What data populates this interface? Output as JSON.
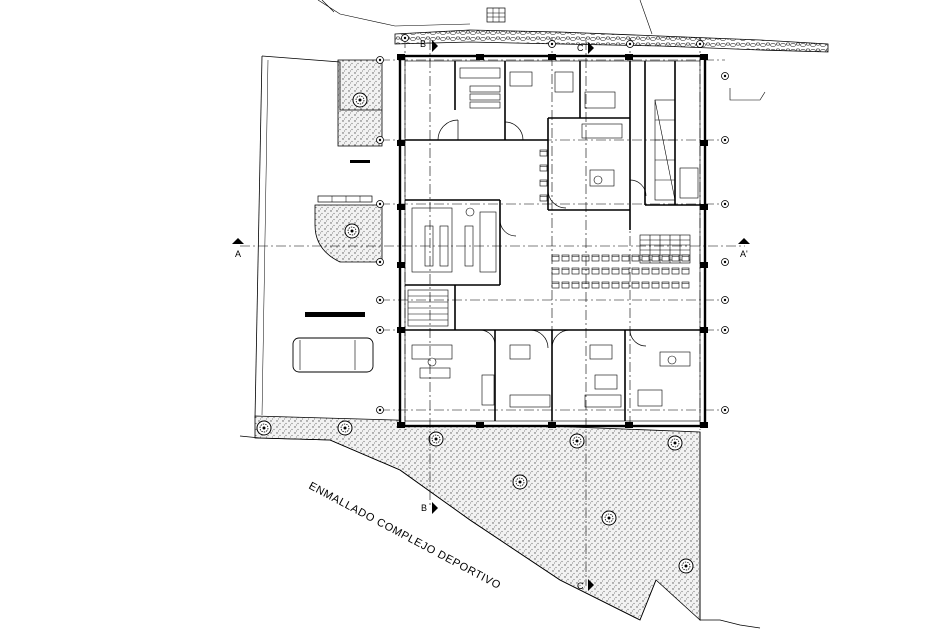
{
  "section_markers": {
    "a_left": "A",
    "a_right": "A'",
    "b_top": "B",
    "b_bottom": "B",
    "c_top": "C",
    "c_bottom": "C"
  },
  "site_label": "ENMALLADO COMPLEJO DEPORTIVO",
  "colors": {
    "line": "#000000",
    "hatch_fill": "#e9e9e9",
    "background": "#ffffff"
  }
}
